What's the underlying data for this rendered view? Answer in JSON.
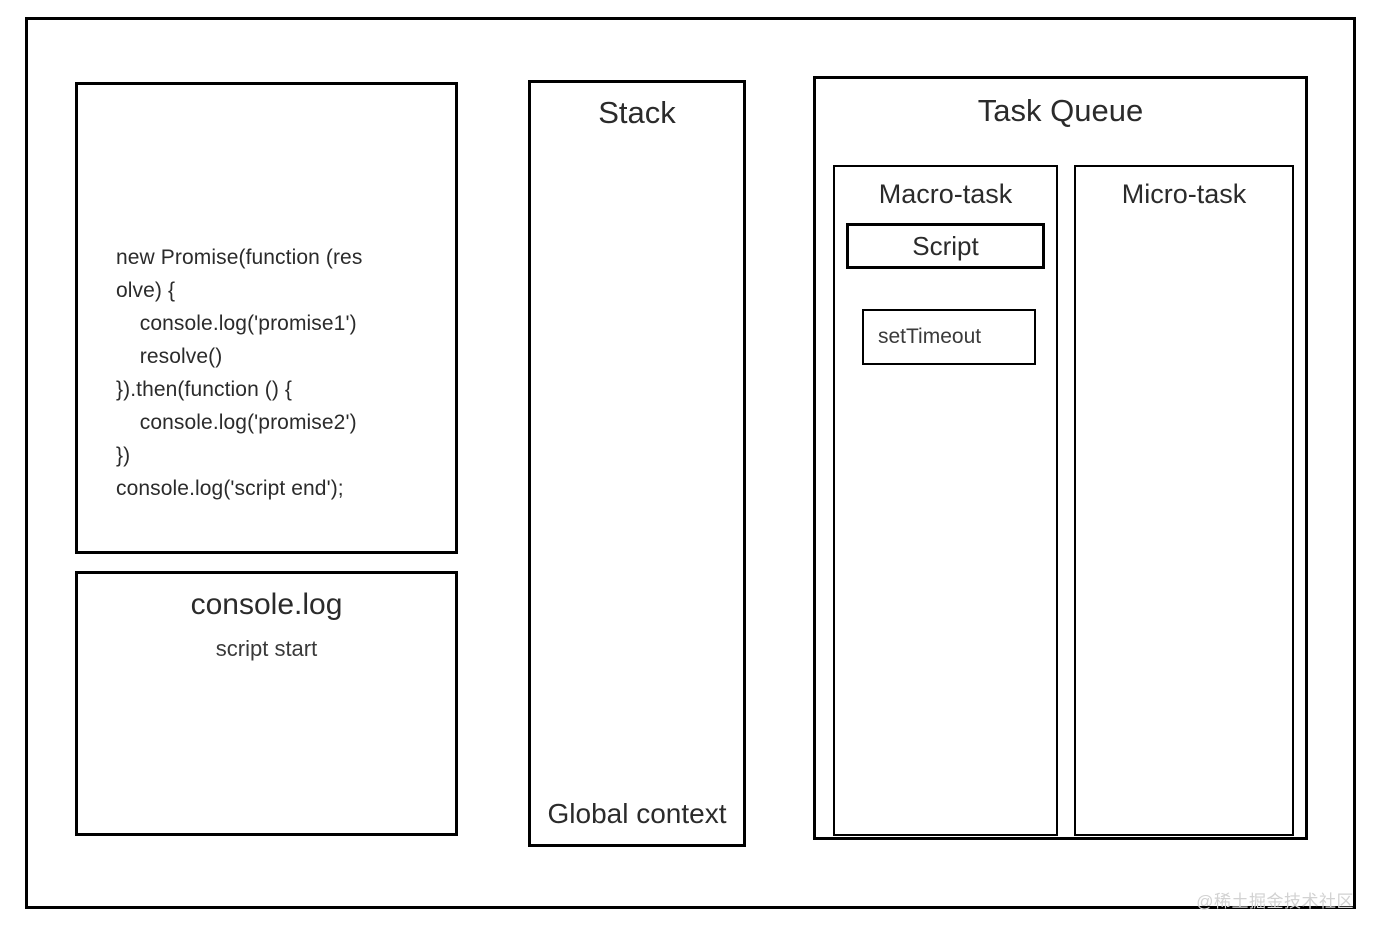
{
  "diagram": {
    "title_hidden": "JavaScript Event Loop Diagram",
    "code_panel": {
      "code": "new Promise(function (res\nolve) {\n    console.log('promise1')\n    resolve()\n}).then(function () {\n    console.log('promise2')\n})\nconsole.log('script end');"
    },
    "console_panel": {
      "title": "console.log",
      "entries": [
        "script start"
      ]
    },
    "stack_panel": {
      "title": "Stack",
      "bottom_frame": "Global context"
    },
    "task_queue_panel": {
      "title": "Task Queue",
      "macro_task": {
        "title": "Macro-task",
        "items": [
          "Script",
          "setTimeout"
        ]
      },
      "micro_task": {
        "title": "Micro-task",
        "items": []
      }
    },
    "watermark": "@稀土掘金技术社区",
    "colors": {
      "stroke": "#000000",
      "background": "#ffffff",
      "text": "#2b2b2b",
      "watermark": "#d2d2d2"
    }
  }
}
